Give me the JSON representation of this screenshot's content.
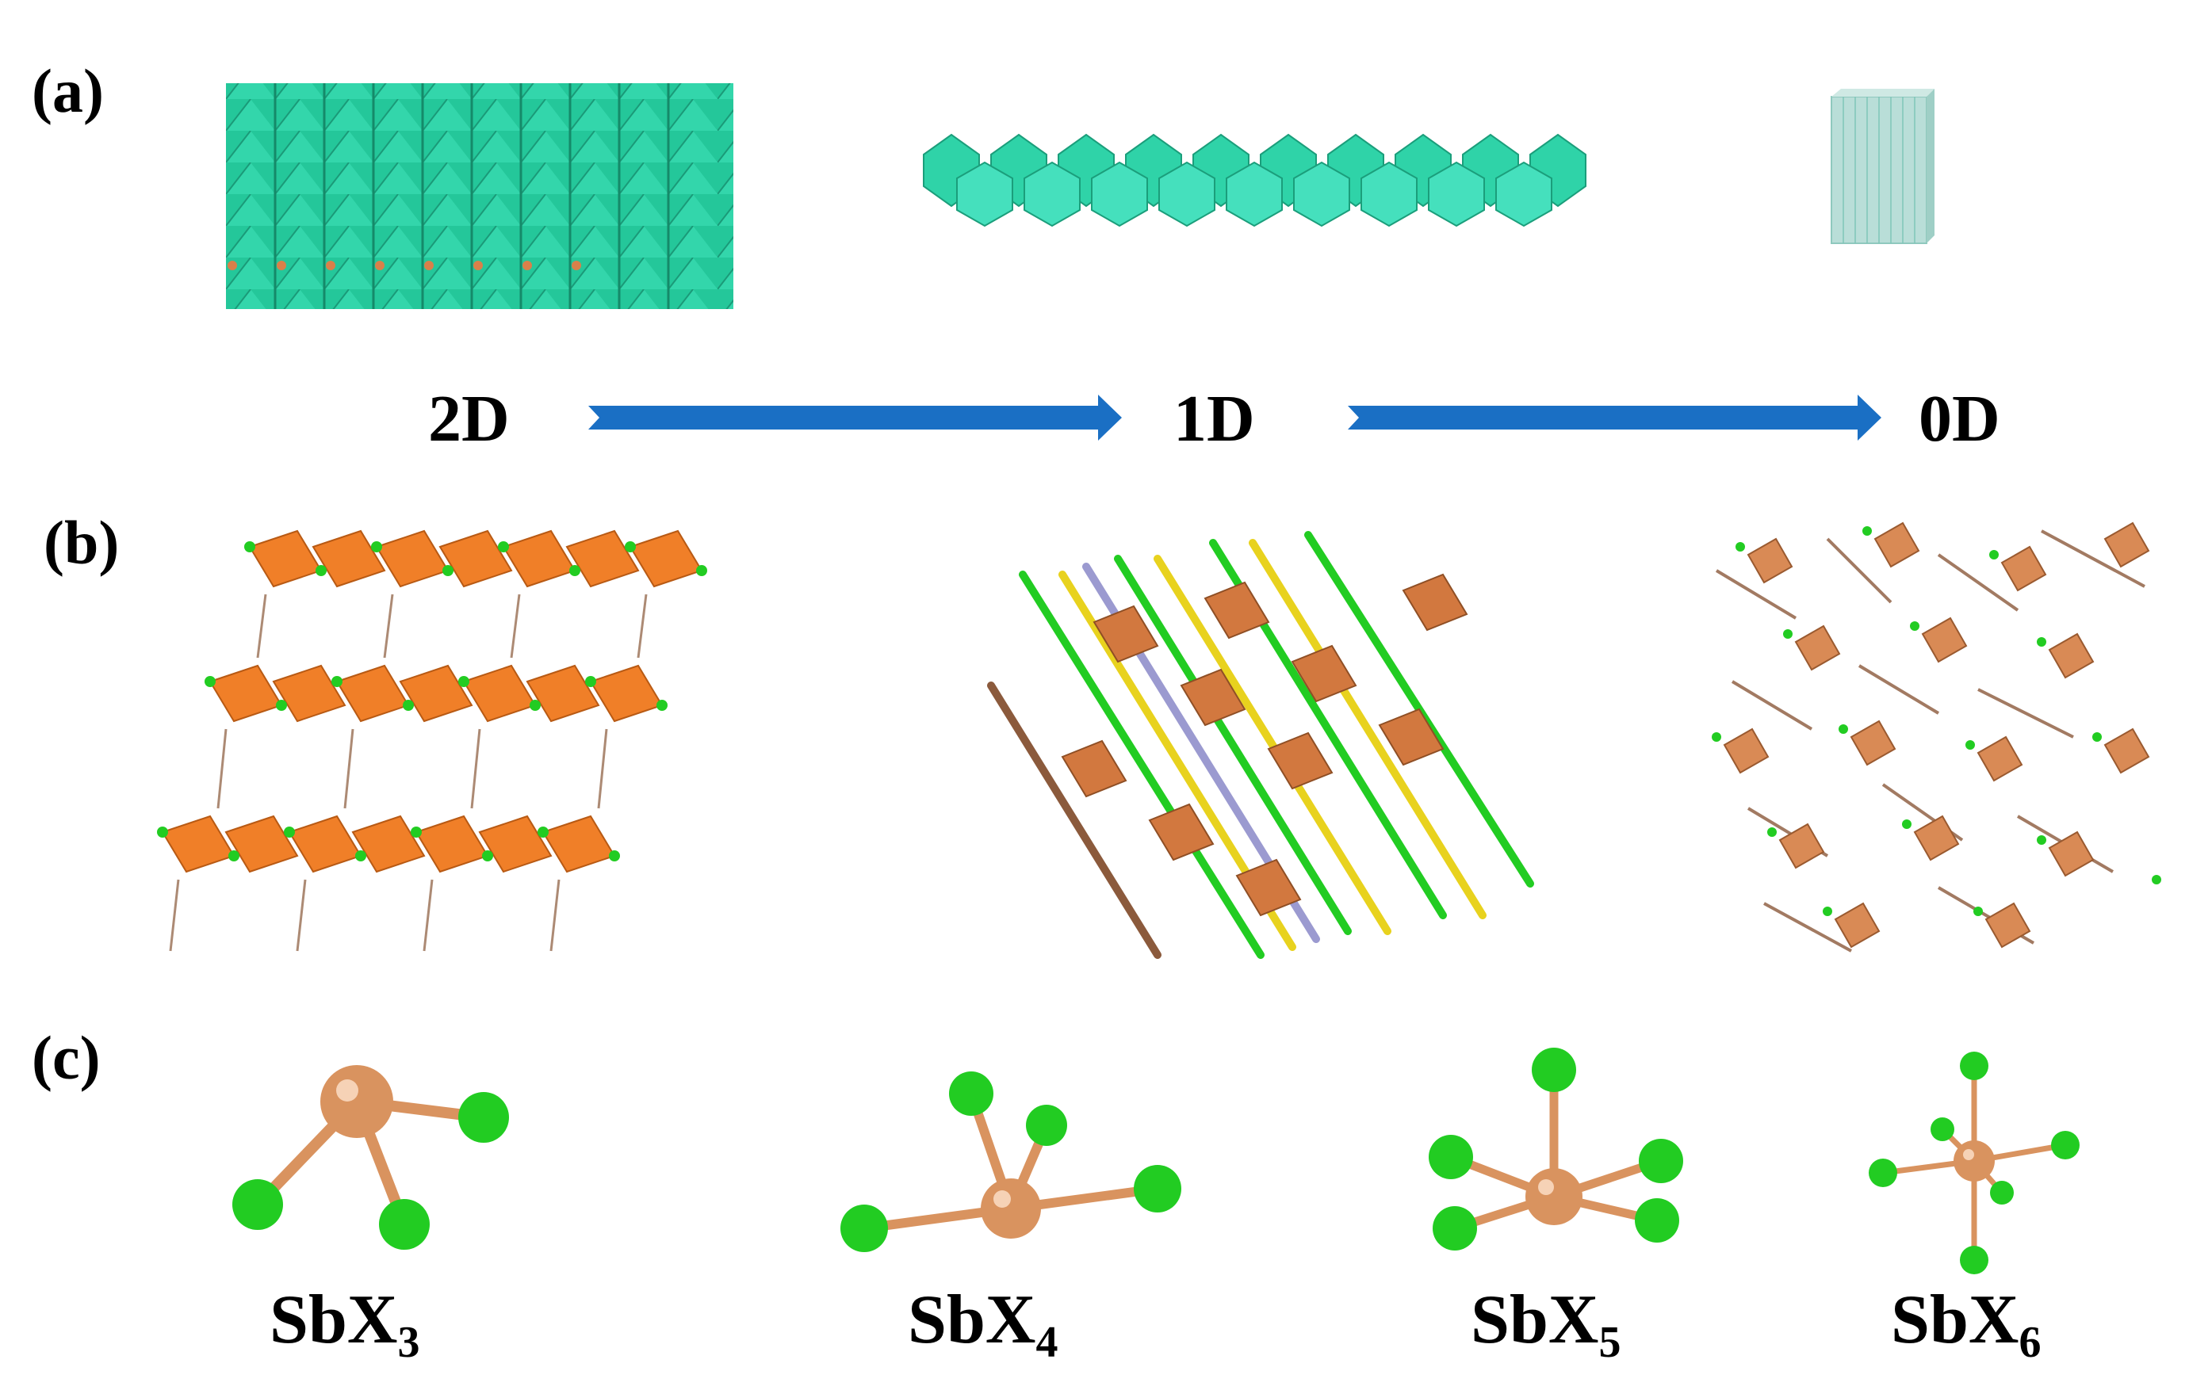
{
  "panels": {
    "a": {
      "label": "(a)"
    },
    "b": {
      "label": "(b)"
    },
    "c": {
      "label": "(c)"
    }
  },
  "dimensionality": {
    "labels": [
      "2D",
      "1D",
      "0D"
    ],
    "arrow_color": "#1a6fc4"
  },
  "structures_a": [
    {
      "name": "2D layered framework",
      "color": "#2fd3a8"
    },
    {
      "name": "1D chain",
      "color": "#2fd3a8"
    },
    {
      "name": "0D cluster",
      "color": "#a9d8cf"
    }
  ],
  "structures_b": [
    {
      "name": "2D crystal packing",
      "polyhedron_color": "#f07f28"
    },
    {
      "name": "1D crystal packing",
      "polyhedron_color": "#d2783f"
    },
    {
      "name": "0D crystal packing",
      "polyhedron_color": "#d98a55"
    }
  ],
  "units": [
    {
      "base": "SbX",
      "sub": "3"
    },
    {
      "base": "SbX",
      "sub": "4"
    },
    {
      "base": "SbX",
      "sub": "5"
    },
    {
      "base": "SbX",
      "sub": "6"
    }
  ],
  "colors": {
    "sb_atom": "#d9935f",
    "x_atom": "#22cc22",
    "teal": "#2fd3a8"
  }
}
